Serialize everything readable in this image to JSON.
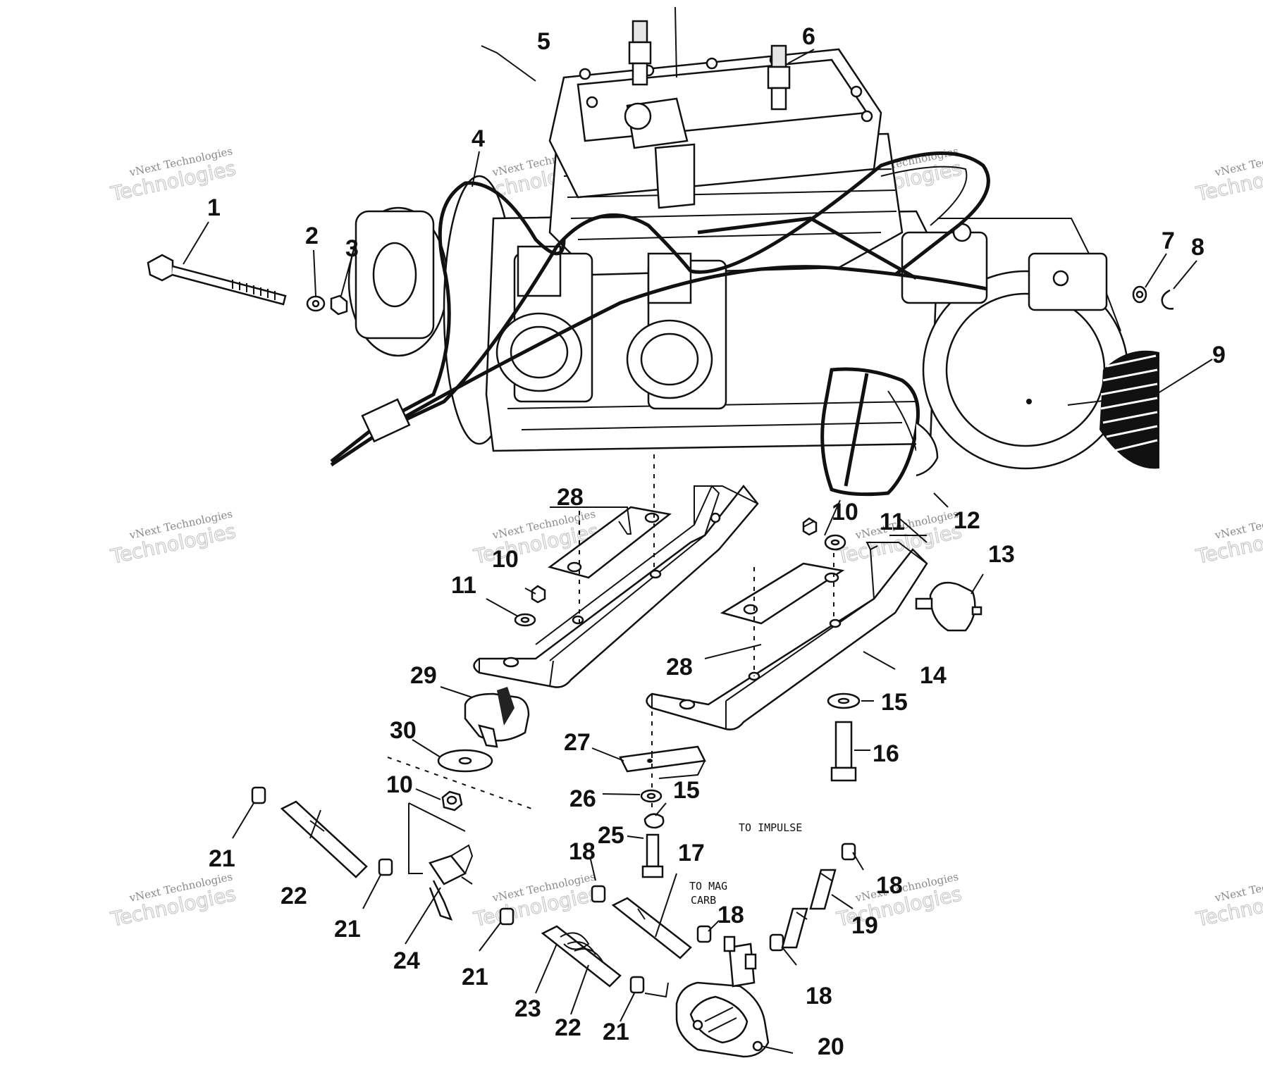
{
  "watermark": {
    "line1": "vNext Technologies",
    "line2": "Technologies"
  },
  "notes": {
    "to_impulse": "TO IMPULSE",
    "to_mag_carb_1": "TO MAG",
    "to_mag_carb_2": "CARB"
  },
  "callouts": {
    "c1": "1",
    "c2": "2",
    "c3": "3",
    "c4": "4",
    "c5": "5",
    "c6": "6",
    "c7": "7",
    "c8": "8",
    "c9": "9",
    "c10a": "10",
    "c10b": "10",
    "c10c": "10",
    "c11a": "11",
    "c11b": "11",
    "c12": "12",
    "c13": "13",
    "c14": "14",
    "c15a": "15",
    "c15b": "15",
    "c16": "16",
    "c17": "17",
    "c18a": "18",
    "c18b": "18",
    "c18c": "18",
    "c18d": "18",
    "c19": "19",
    "c20": "20",
    "c21a": "21",
    "c21b": "21",
    "c21c": "21",
    "c21d": "21",
    "c22a": "22",
    "c22b": "22",
    "c23": "23",
    "c24": "24",
    "c25": "25",
    "c26": "26",
    "c27": "27",
    "c28a": "28",
    "c28b": "28",
    "c29": "29",
    "c30": "30"
  }
}
